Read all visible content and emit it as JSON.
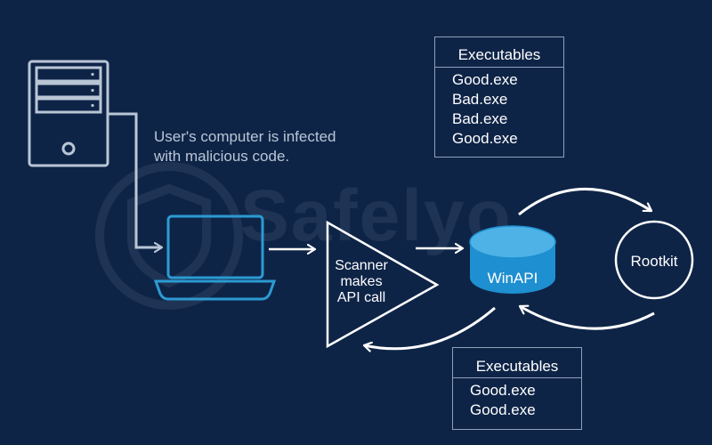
{
  "caption": {
    "line1": "User's computer is infected",
    "line2": "with malicious code."
  },
  "watermark": "Safelyo",
  "executables_top": {
    "title": "Executables",
    "items": [
      "Good.exe",
      "Bad.exe",
      "Bad.exe",
      "Good.exe"
    ]
  },
  "executables_bottom": {
    "title": "Executables",
    "items": [
      "Good.exe",
      "Good.exe"
    ]
  },
  "scanner": {
    "lines": [
      "Scanner",
      "makes",
      "API call"
    ]
  },
  "winapi": {
    "label": "WinAPI"
  },
  "rootkit": {
    "label": "Rootkit"
  },
  "colors": {
    "background": "#0e2447",
    "line": "#b9c6d6",
    "white": "#ffffff",
    "laptop": "#2b9bd3",
    "winapi_fill": "#1e8fd0",
    "winapi_top": "#4fb2e6"
  }
}
